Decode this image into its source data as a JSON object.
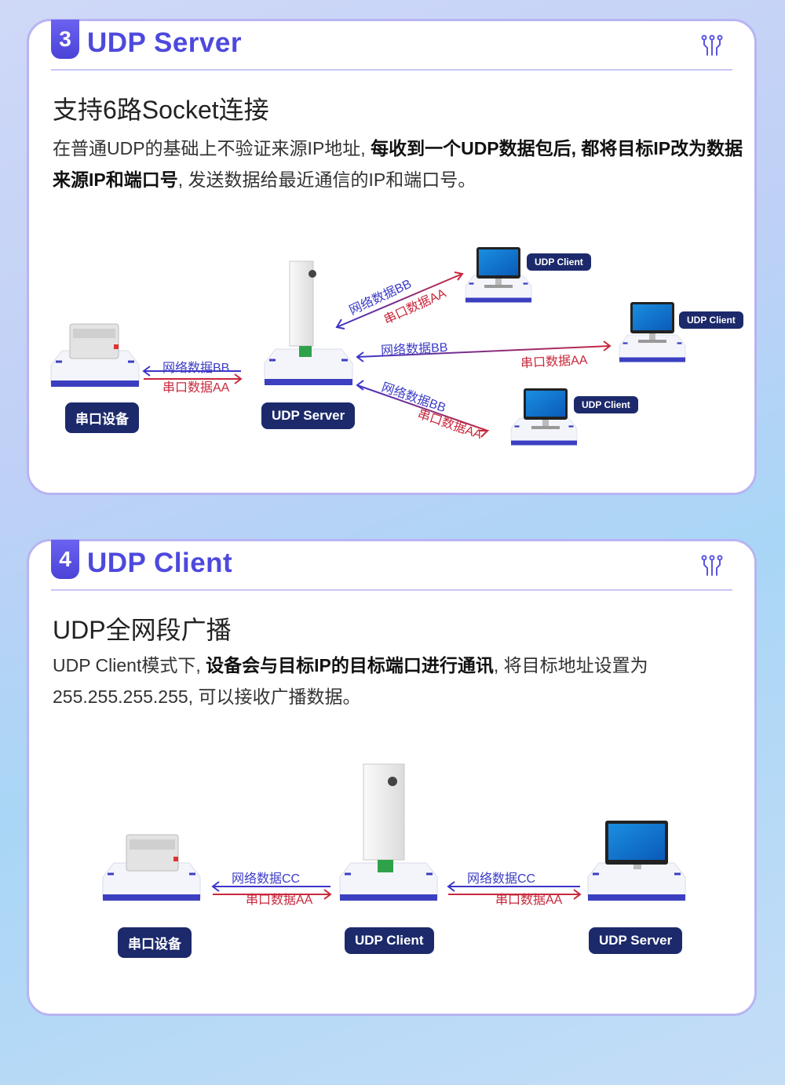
{
  "sections": [
    {
      "number": "3",
      "title": "UDP Server",
      "subtitle": "支持6路Socket连接",
      "desc_1": "在普通UDP的基础上不验证来源IP地址, ",
      "desc_bold": "每收到一个UDP数据包后, 都将目标IP改为数据来源IP和端口号",
      "desc_2": ", 发送数据给最近通信的IP和端口号。",
      "device_labels": {
        "serial": "串口设备",
        "server": "UDP Server"
      },
      "client_labels": [
        "UDP Client",
        "UDP Client",
        "UDP Client"
      ],
      "flow_net": "网络数据BB",
      "flow_serial": "串口数据AA"
    },
    {
      "number": "4",
      "title": "UDP Client",
      "subtitle": "UDP全网段广播",
      "desc_1": "UDP Client模式下, ",
      "desc_bold": "设备会与目标IP的目标端口进行通讯",
      "desc_2": ", 将目标地址设置为255.255.255.255, 可以接收广播数据。",
      "device_labels": {
        "serial": "串口设备",
        "client": "UDP Client",
        "server": "UDP Server"
      },
      "flow_net": "网络数据CC",
      "flow_serial": "串口数据AA"
    }
  ],
  "colors": {
    "accent": "#4d49dd",
    "pill": "#1c2a6b",
    "net": "#3c3cc8",
    "serial": "#c8283c"
  },
  "icons": [
    "circuit-icon",
    "printer-icon",
    "gateway-device-icon",
    "computer-icon"
  ]
}
